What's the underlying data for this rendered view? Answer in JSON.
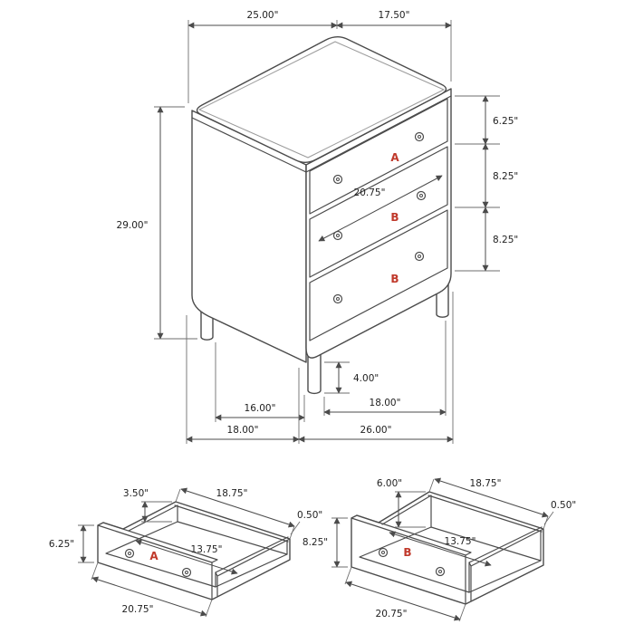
{
  "diagram": {
    "main": {
      "dim_top_width": "25.00\"",
      "dim_top_depth": "17.50\"",
      "dim_height": "29.00\"",
      "dim_drawer_a_height": "6.25\"",
      "dim_drawer_b1_height": "8.25\"",
      "dim_drawer_b2_height": "8.25\"",
      "dim_drawer_width": "20.75\"",
      "dim_leg_height": "4.00\"",
      "dim_leg_span_side": "16.00\"",
      "dim_leg_span_front": "18.00\"",
      "dim_base_depth": "18.00\"",
      "dim_base_width": "26.00\"",
      "label_drawer_a": "A",
      "label_drawer_b1": "B",
      "label_drawer_b2": "B"
    },
    "drawer_a_detail": {
      "label": "A",
      "dim_side_height": "3.50\"",
      "dim_inner_width": "18.75\"",
      "dim_wall_thickness": "0.50\"",
      "dim_inner_depth": "13.75\"",
      "dim_front_height": "6.25\"",
      "dim_front_width": "20.75\""
    },
    "drawer_b_detail": {
      "label": "B",
      "dim_side_height": "6.00\"",
      "dim_inner_width": "18.75\"",
      "dim_wall_thickness": "0.50\"",
      "dim_inner_depth": "13.75\"",
      "dim_front_height": "8.25\"",
      "dim_front_width": "20.75\""
    },
    "colors": {
      "line": "#4b4b4b",
      "dimension": "#6e6e6e",
      "label": "#c0392b"
    }
  }
}
